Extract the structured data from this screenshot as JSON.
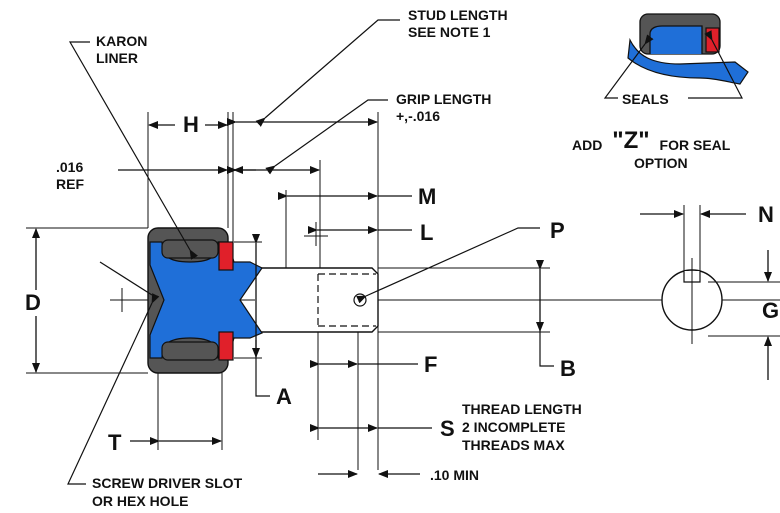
{
  "labels": {
    "karon_liner": [
      "KARON",
      "LINER"
    ],
    "stud_length": [
      "STUD LENGTH",
      "SEE NOTE 1"
    ],
    "grip_length": [
      "GRIP LENGTH",
      "+,-.016"
    ],
    "ref_016": [
      ".016",
      "REF"
    ],
    "seals": "SEALS",
    "z_option": {
      "prefix": "ADD",
      "letter": "\"Z\"",
      "suffix": "FOR SEAL",
      "line2": "OPTION"
    },
    "thread_length": [
      "THREAD LENGTH",
      "2 INCOMPLETE",
      "THREADS MAX"
    ],
    "min_10": ".10 MIN",
    "screw_slot": [
      "SCREW DRIVER SLOT",
      "OR HEX HOLE"
    ]
  },
  "dims": {
    "H": "H",
    "M": "M",
    "L": "L",
    "P": "P",
    "D": "D",
    "A": "A",
    "B": "B",
    "F": "F",
    "S": "S",
    "T": "T",
    "N": "N",
    "G": "G"
  },
  "colors": {
    "blue": "#1f6fd8",
    "red": "#e0202a",
    "gray": "#555555",
    "line": "#111111"
  }
}
